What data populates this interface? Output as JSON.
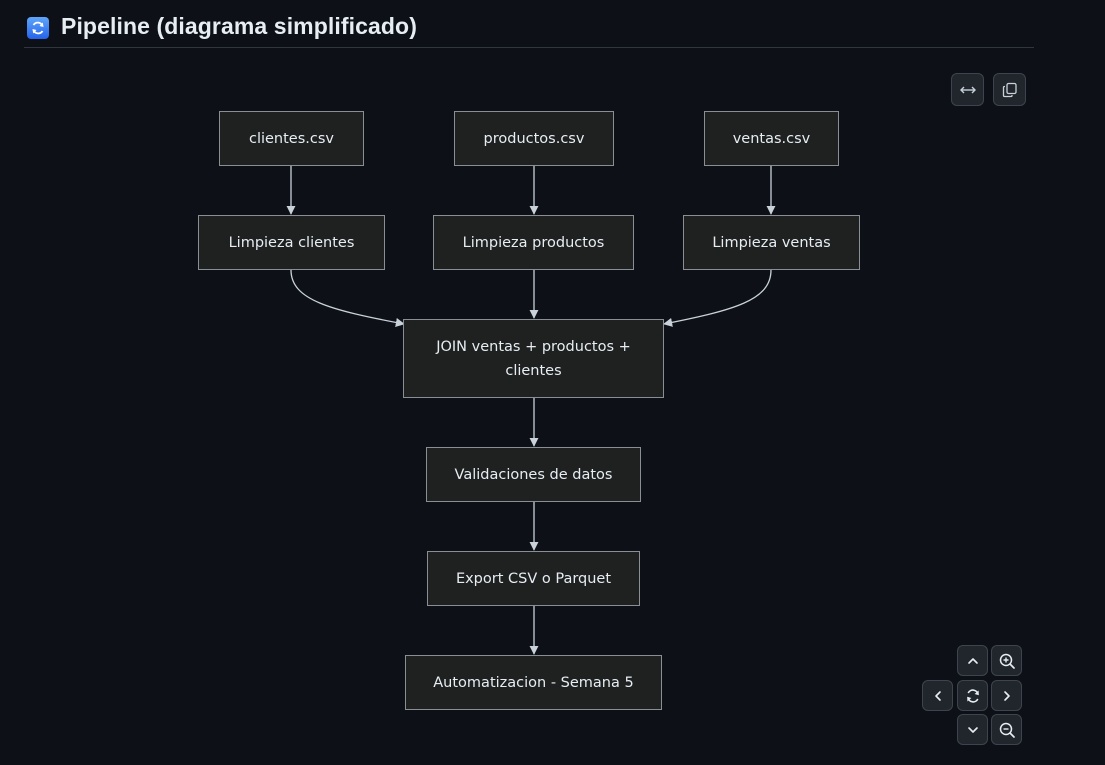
{
  "header": {
    "title": "Pipeline (diagrama simplificado)",
    "icon": "refresh-emoji-icon",
    "icon_color": "#3b82f6"
  },
  "diagram": {
    "nodes": [
      {
        "id": "clientes_csv",
        "label": "clientes.csv"
      },
      {
        "id": "productos_csv",
        "label": "productos.csv"
      },
      {
        "id": "ventas_csv",
        "label": "ventas.csv"
      },
      {
        "id": "limpieza_clientes",
        "label": "Limpieza clientes"
      },
      {
        "id": "limpieza_productos",
        "label": "Limpieza productos"
      },
      {
        "id": "limpieza_ventas",
        "label": "Limpieza ventas"
      },
      {
        "id": "join",
        "label": "JOIN ventas + productos + clientes"
      },
      {
        "id": "validaciones",
        "label": "Validaciones de datos"
      },
      {
        "id": "export",
        "label": "Export CSV o Parquet"
      },
      {
        "id": "automatizacion",
        "label": "Automatizacion - Semana 5"
      }
    ],
    "edges": [
      {
        "from": "clientes_csv",
        "to": "limpieza_clientes"
      },
      {
        "from": "productos_csv",
        "to": "limpieza_productos"
      },
      {
        "from": "ventas_csv",
        "to": "limpieza_ventas"
      },
      {
        "from": "limpieza_clientes",
        "to": "join"
      },
      {
        "from": "limpieza_productos",
        "to": "join"
      },
      {
        "from": "limpieza_ventas",
        "to": "join"
      },
      {
        "from": "join",
        "to": "validaciones"
      },
      {
        "from": "validaciones",
        "to": "export"
      },
      {
        "from": "export",
        "to": "automatizacion"
      }
    ]
  },
  "toolbar": {
    "buttons": [
      "expand-horizontal-icon",
      "copy-icon"
    ]
  },
  "navigation": {
    "buttons": [
      "pan-up-icon",
      "zoom-in-icon",
      "pan-left-icon",
      "reset-view-icon",
      "pan-right-icon",
      "pan-down-icon",
      "zoom-out-icon"
    ]
  },
  "colors": {
    "background": "#0d1117",
    "node_fill": "#1f2020",
    "node_border": "#8a8f96",
    "edge": "#c9d1d9"
  }
}
